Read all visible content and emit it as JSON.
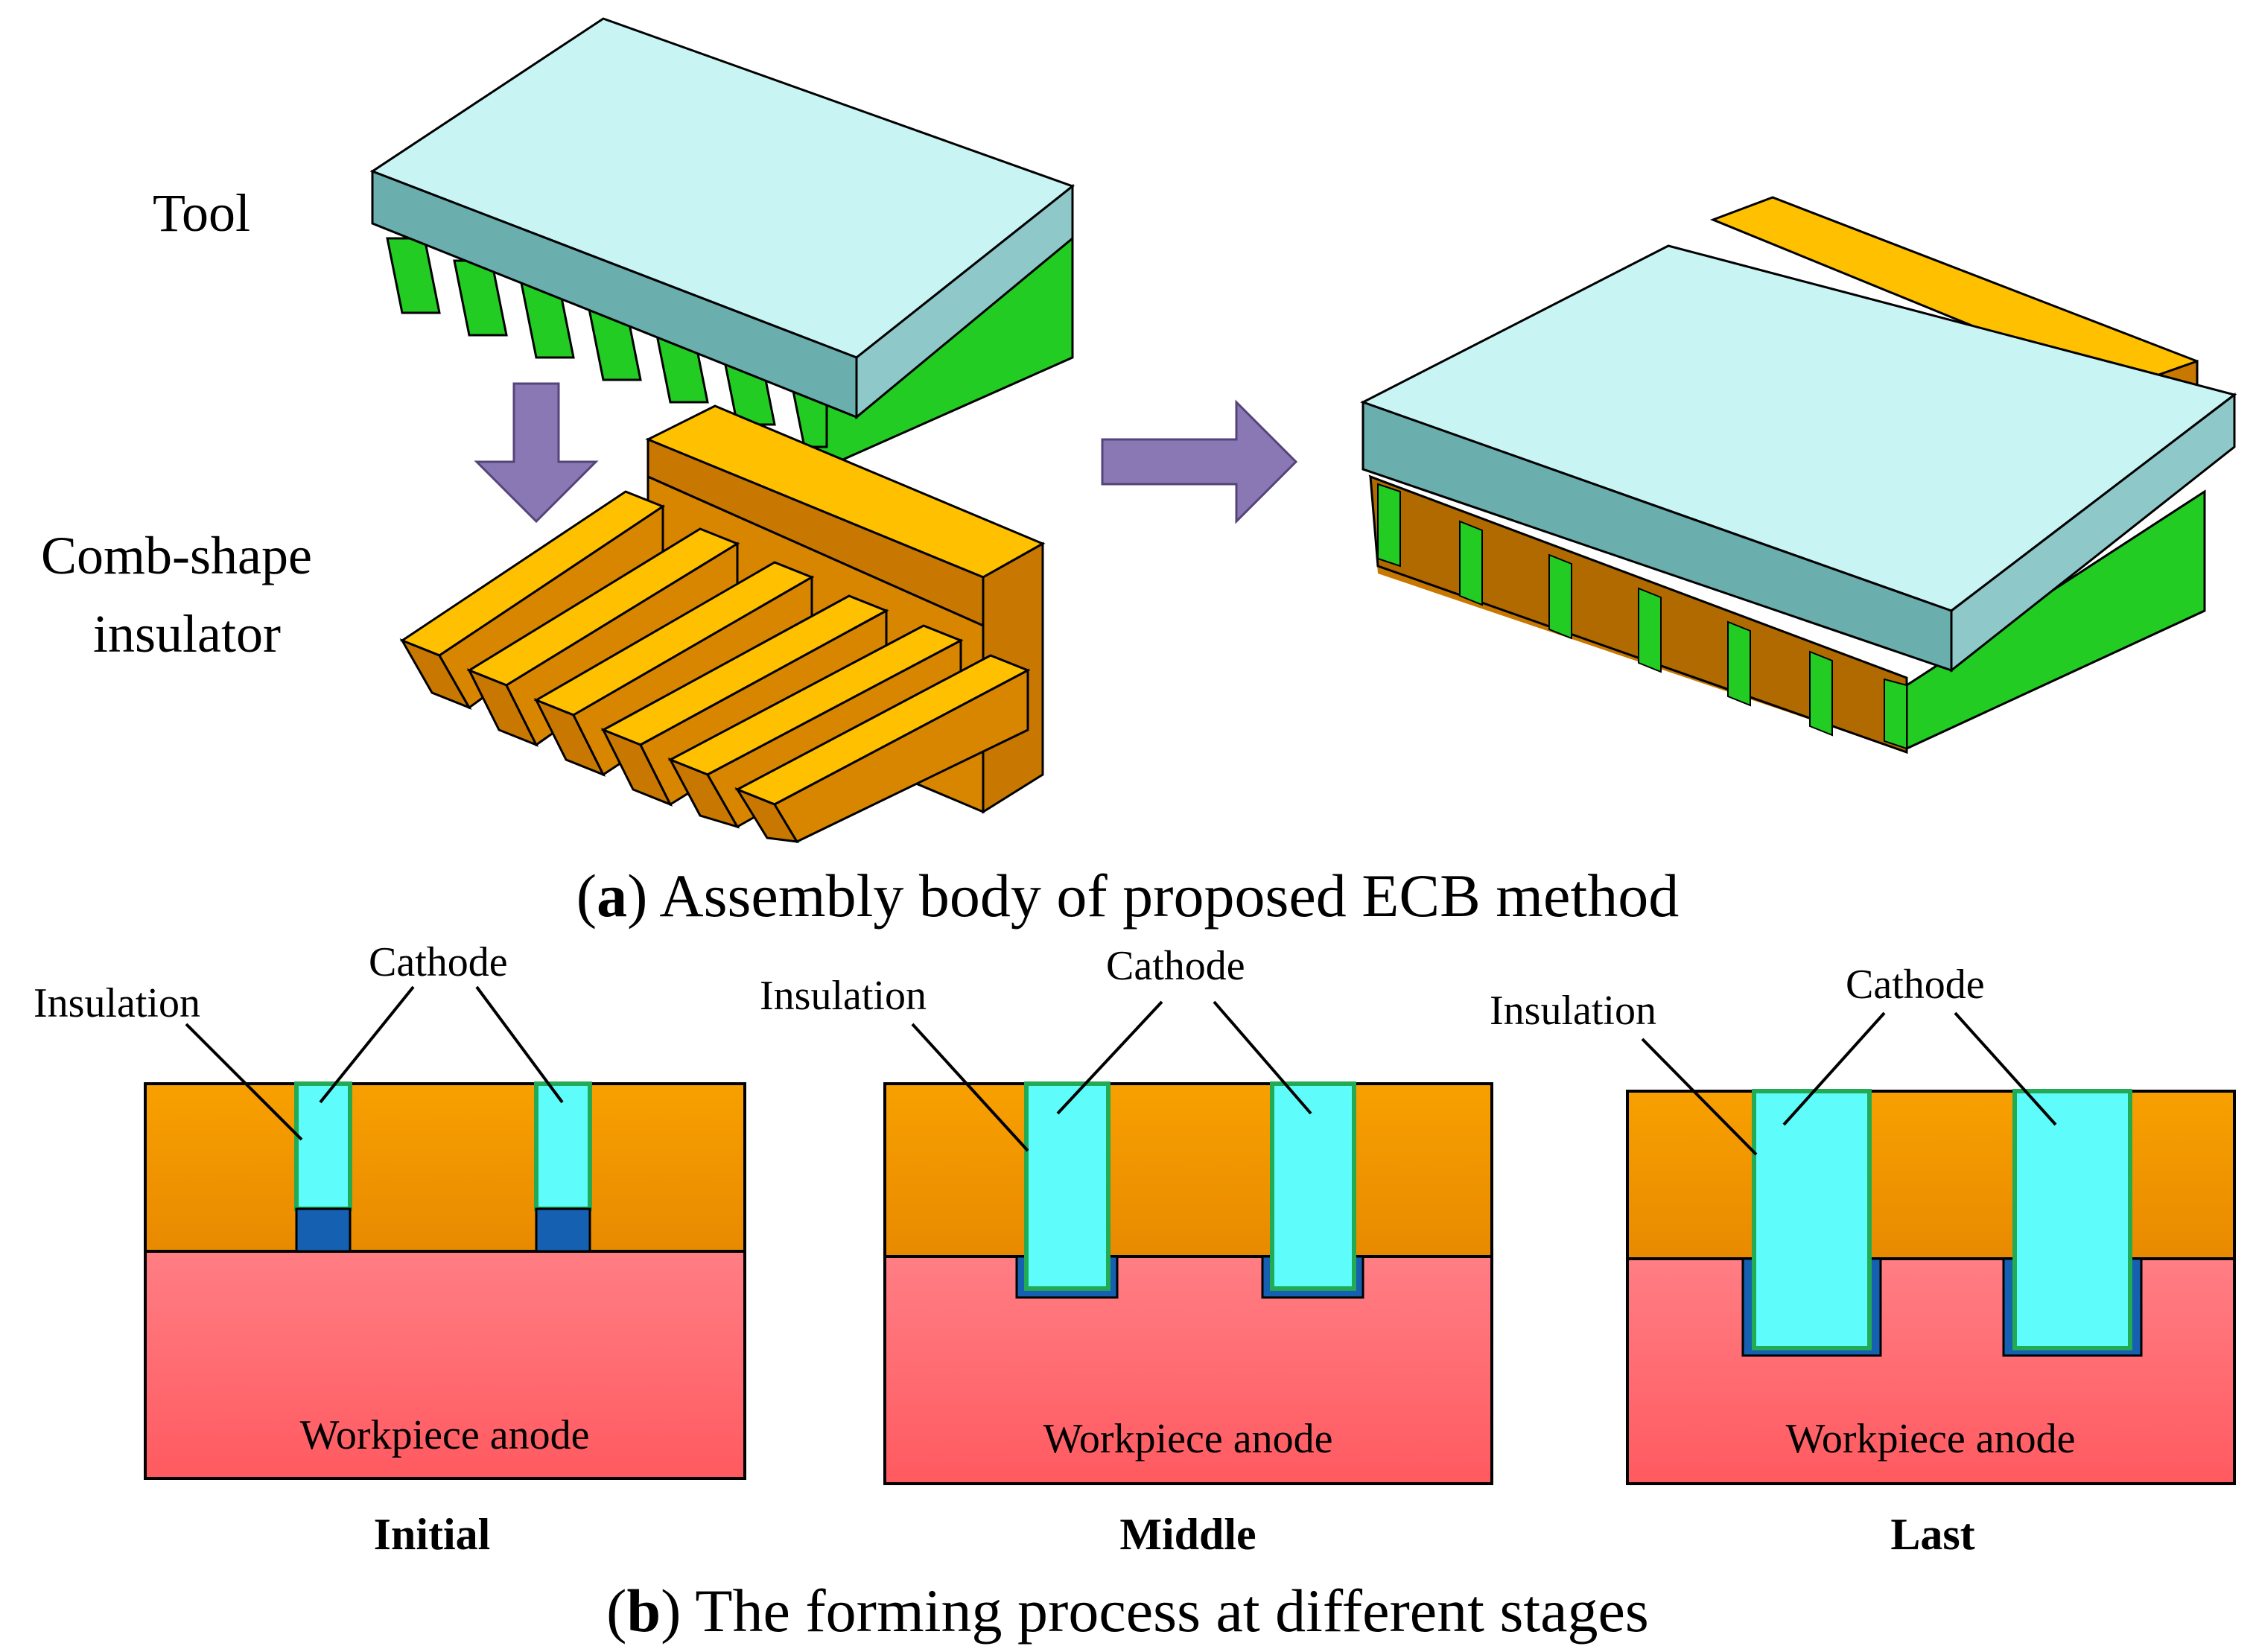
{
  "panel_a": {
    "label_tool": "Tool",
    "label_comb_line1": "Comb-shape",
    "label_comb_line2": "insulator",
    "caption_letter": "a",
    "caption_text": " Assembly body of proposed ECB method"
  },
  "panel_b": {
    "stages": [
      {
        "name": "Initial",
        "insulation_label": "Insulation",
        "cathode_label": "Cathode",
        "workpiece_label": "Workpiece anode"
      },
      {
        "name": "Middle",
        "insulation_label": "Insulation",
        "cathode_label": "Cathode",
        "workpiece_label": "Workpiece anode"
      },
      {
        "name": "Last",
        "insulation_label": "Insulation",
        "cathode_label": "Cathode",
        "workpiece_label": "Workpiece anode"
      }
    ],
    "caption_letter": "b",
    "caption_text": " The forming process at different stages"
  },
  "colors": {
    "tool_top": "#c8f4f4",
    "tool_side": "#6aaeae",
    "fin_green": "#22cc22",
    "fin_green_dark": "#119911",
    "insulator_top": "#ffc000",
    "insulator_side": "#c87800",
    "arrow": "#8a78b4",
    "orange_block": "#f39a00",
    "workpiece": "#ff7a80",
    "cathode": "#5ffcfc",
    "gap_blue": "#1560b0"
  }
}
